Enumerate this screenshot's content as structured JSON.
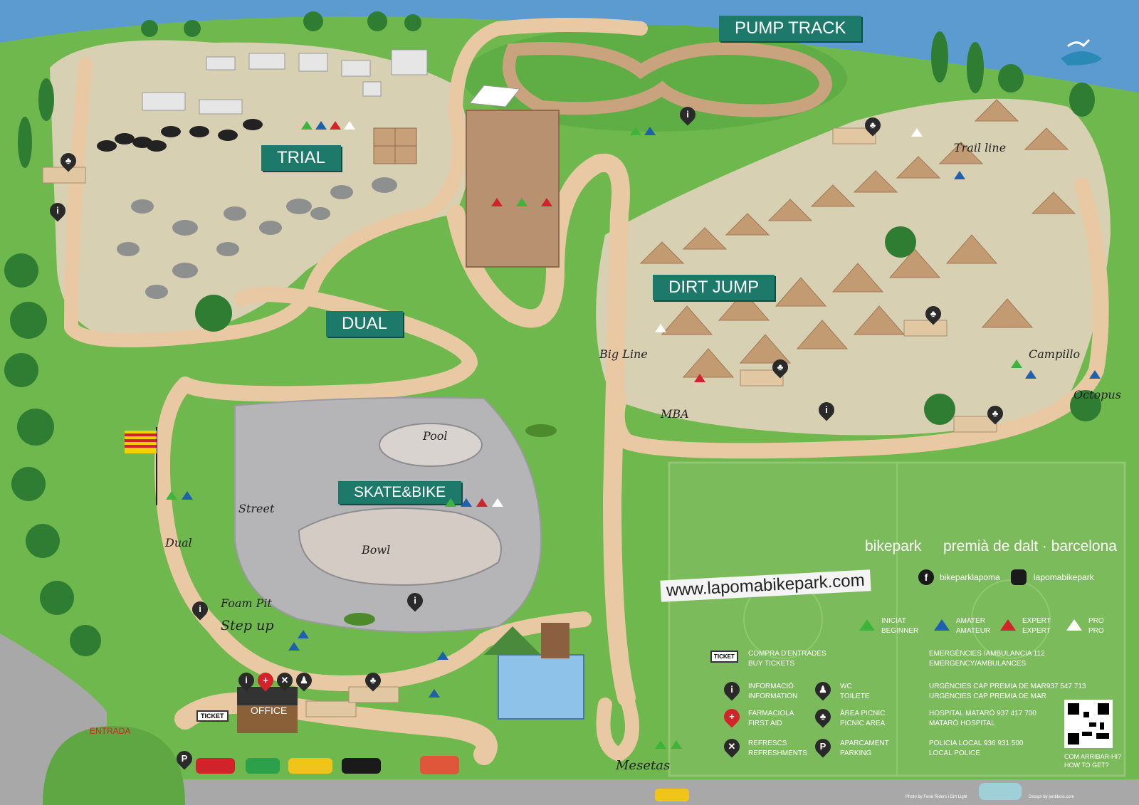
{
  "zones": {
    "trial": "TRIAL",
    "pump_track": "PUMP TRACK",
    "dual": "DUAL",
    "dirt_jump": "DIRT JUMP",
    "skate_bike": "SKATE&BIKE"
  },
  "handwritten": {
    "pool": "Pool",
    "street": "Street",
    "bowl": "Bowl",
    "dual": "Dual",
    "foam_pit": "Foam Pit",
    "step_up": "Step up",
    "big_line": "Big Line",
    "mba": "MBA",
    "trail_line": "Trail line",
    "campillo": "Campillo",
    "octopus": "Octopus",
    "mesetas": "Mesetas"
  },
  "places": {
    "office": "OFFICE",
    "entrada": "ENTRADA",
    "ticket": "TICKET"
  },
  "brand": {
    "bikepark": "bikepark",
    "location": "premià de dalt · barcelona",
    "website": "www.lapomabikepark.com",
    "facebook": "bikeparklapoma",
    "instagram": "lapomabikepark"
  },
  "levels": [
    {
      "ca": "INICIAT",
      "en": "BEGINNER",
      "color": "#3fb43c"
    },
    {
      "ca": "AMATER",
      "en": "AMATEUR",
      "color": "#1f5fb0"
    },
    {
      "ca": "EXPERT",
      "en": "EXPERT",
      "color": "#d2232a"
    },
    {
      "ca": "PRO",
      "en": "PRO",
      "color": "#ffffff"
    }
  ],
  "facilities": {
    "tickets": [
      "COMPRA D'ENTRADES",
      "BUY TICKETS"
    ],
    "info": [
      "INFORMACIÓ",
      "INFORMATION"
    ],
    "pharmacy": [
      "FARMACIOLA",
      "FIRST AID"
    ],
    "refreshments": [
      "REFRESCS",
      "REFRESHMENTS"
    ],
    "wc": [
      "WC",
      "TOILETE"
    ],
    "picnic": [
      "ÀREA PICNIC",
      "PICNIC AREA"
    ],
    "parking": [
      "APARCAMENT",
      "PARKING"
    ]
  },
  "contacts": {
    "emergency": [
      "EMERGÈNCIES /AMBULANCIA 112",
      "EMERGENCY/AMBULANCES"
    ],
    "urgencies": [
      "URGÈNCIES CAP PREMIA DE MAR937 547 713",
      "URGÈNCIES CAP PREMIA DE MAR"
    ],
    "hospital": [
      "HOSPITAL MATARÓ  937 417 700",
      "MATARÓ HOSPITAL"
    ],
    "police": [
      "POLICIA LOCAL  936 931 500",
      "LOCAL POLICE"
    ],
    "how": [
      "COM ARRIBAR-HI?",
      "HOW TO GET?"
    ]
  },
  "credits": {
    "photo": "Photo by Feral Riders i Dirt Light",
    "design": "Design by jordibois.com"
  },
  "colors": {
    "sky": "#5b9bd0",
    "grass": "#6fb84d",
    "grass_dark": "#4f9a3b",
    "dirt": "#e9c9a3",
    "dirt_area": "#d8c7a6",
    "concrete": "#b5b5b8",
    "banner": "#1d7a6b",
    "tree": "#2f7d32"
  }
}
